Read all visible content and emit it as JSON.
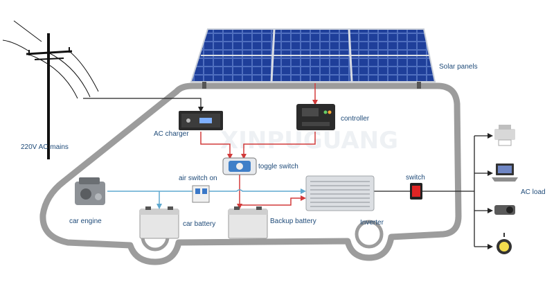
{
  "labels": {
    "solar_panels": "Solar panels",
    "mains": "220V AC mains",
    "ac_charger": "AC charger",
    "controller": "controller",
    "toggle_switch": "toggle switch",
    "air_switch": "air switch on",
    "car_engine": "car engine",
    "car_battery": "car battery",
    "backup_battery": "Backup battery",
    "inverter": "Inverter",
    "switch": "switch",
    "ac_load": "AC load"
  },
  "watermark": "XINPUGUANG",
  "colors": {
    "label_text": "#1e4a78",
    "dc_wire": "#d23a3a",
    "ac_wire": "#5fa8cf",
    "mains_wire": "#222222",
    "van_outline": "#9c9c9c",
    "panel_cell": "#1f3f9a"
  },
  "icons": [
    "utility-pole-icon",
    "printer-icon",
    "laptop-icon",
    "projector-icon",
    "spotlight-icon"
  ]
}
